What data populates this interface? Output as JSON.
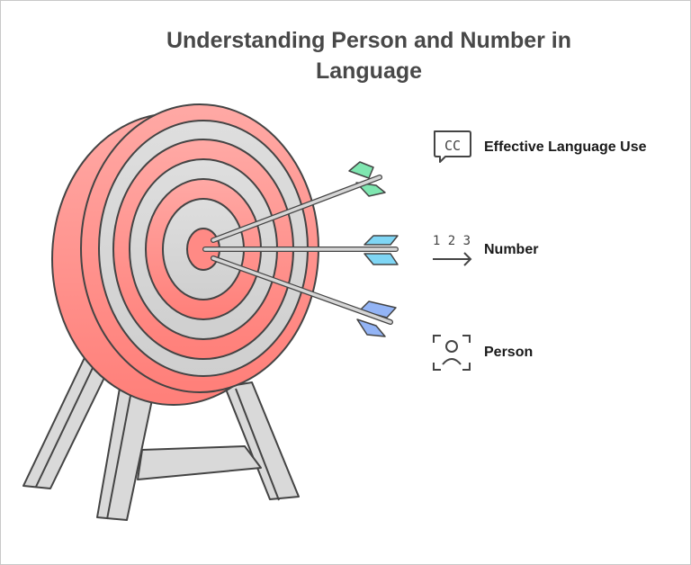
{
  "title": {
    "line1": "Understanding Person and Number in",
    "line2": "Language"
  },
  "target": {
    "ring_colors": {
      "red": "#ff8a85",
      "gray": "#d6d6d6",
      "outline": "#444444"
    },
    "arrows": [
      {
        "name": "arrow-top",
        "fletching_color": "#7fe6b0",
        "label_ref": "Effective Language Use"
      },
      {
        "name": "arrow-middle",
        "fletching_color": "#7fd6f5",
        "label_ref": "Number"
      },
      {
        "name": "arrow-bottom",
        "fletching_color": "#93b4f5",
        "label_ref": "Person"
      }
    ]
  },
  "legend": [
    {
      "icon": "closed-caption-icon",
      "label": "Effective Language Use"
    },
    {
      "icon": "numbers-arrow-icon",
      "label": "Number",
      "icon_text": "1 2 3"
    },
    {
      "icon": "person-scan-icon",
      "label": "Person"
    }
  ]
}
